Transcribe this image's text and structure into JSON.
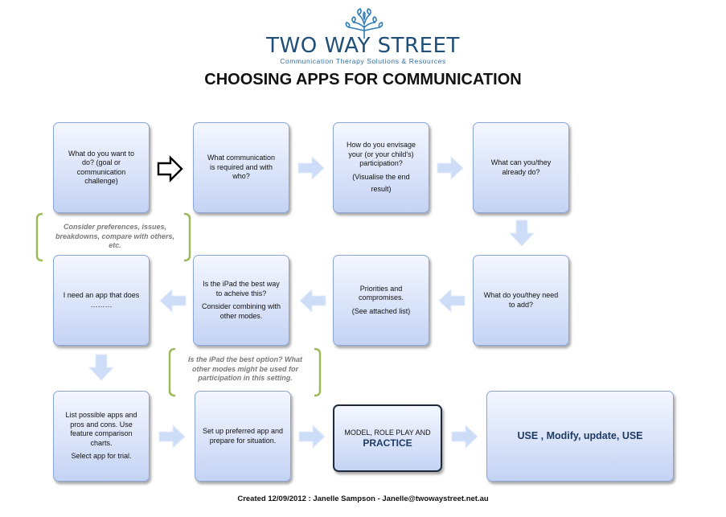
{
  "logo": {
    "name": "TWO WAY STREET",
    "tagline": "Communication Therapy Solutions & Resources"
  },
  "title": "CHOOSING APPS FOR COMMUNICATION",
  "boxes": {
    "goal": [
      "What do you want to",
      "do? (goal or",
      "communication",
      "challenge)"
    ],
    "required": [
      "What communication",
      "is required and with",
      "who?"
    ],
    "envisage": [
      "How do you envisage",
      "your (or your child's)",
      "participation?"
    ],
    "envisage_note": [
      "(Visualise the end",
      "result)"
    ],
    "already": [
      "What can you/they",
      "already do?"
    ],
    "need_add": [
      "What do you/they need",
      "to add?"
    ],
    "priorities": [
      "Priorities and",
      "compromises."
    ],
    "priorities_note": "(See attached list)",
    "ipad": [
      "Is the iPad the best way",
      "to acheive this?"
    ],
    "ipad_note": [
      "Consider combining with",
      "other modes."
    ],
    "need_app": [
      "I need an app that does",
      "………"
    ],
    "list_apps": [
      "List possible apps and",
      "pros and cons. Use",
      "feature comparison",
      "charts."
    ],
    "list_apps_note": "Select  app for trial.",
    "setup": [
      "Set up preferred app and",
      "prepare for situation."
    ],
    "model": "MODEL, ROLE PLAY AND",
    "practice": "PRACTICE",
    "use": "USE , Modify, update, USE"
  },
  "notes": {
    "consider": [
      "Consider preferences, issues,",
      "breakdowns, compare with others,",
      "etc."
    ],
    "ipad_option": [
      "Is the iPad the best option? What",
      "other modes might be used for",
      "participation in this setting."
    ]
  },
  "footer": "Created 12/09/2012 : Janelle Sampson  - Janelle@twowaystreet.net.au",
  "colors": {
    "box_top": "#f4f7ff",
    "box_bottom": "#c4d3f4",
    "box_border": "#8aa6d6",
    "arrow": "#cddcf7",
    "bracket": "#9bbb59",
    "brand": "#1f4e79"
  },
  "icons": {
    "tree": "tree-logo-icon",
    "outline_arrow": "outline-arrow-icon",
    "arrow": "block-arrow-icon"
  }
}
